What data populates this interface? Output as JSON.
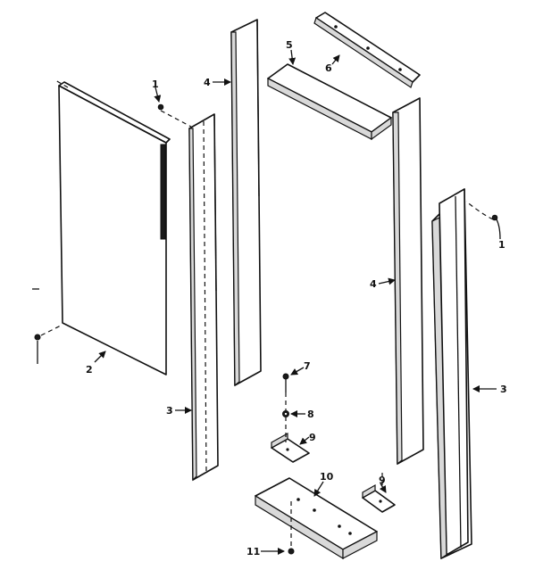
{
  "callouts": {
    "c1a": "1",
    "c1b": "1",
    "c2": "2",
    "c3a": "3",
    "c3b": "3",
    "c4a": "4",
    "c4b": "4",
    "c5": "5",
    "c6": "6",
    "c7": "7",
    "c8": "8",
    "c9a": "9",
    "c9b": "9",
    "c10": "10",
    "c11": "11"
  }
}
